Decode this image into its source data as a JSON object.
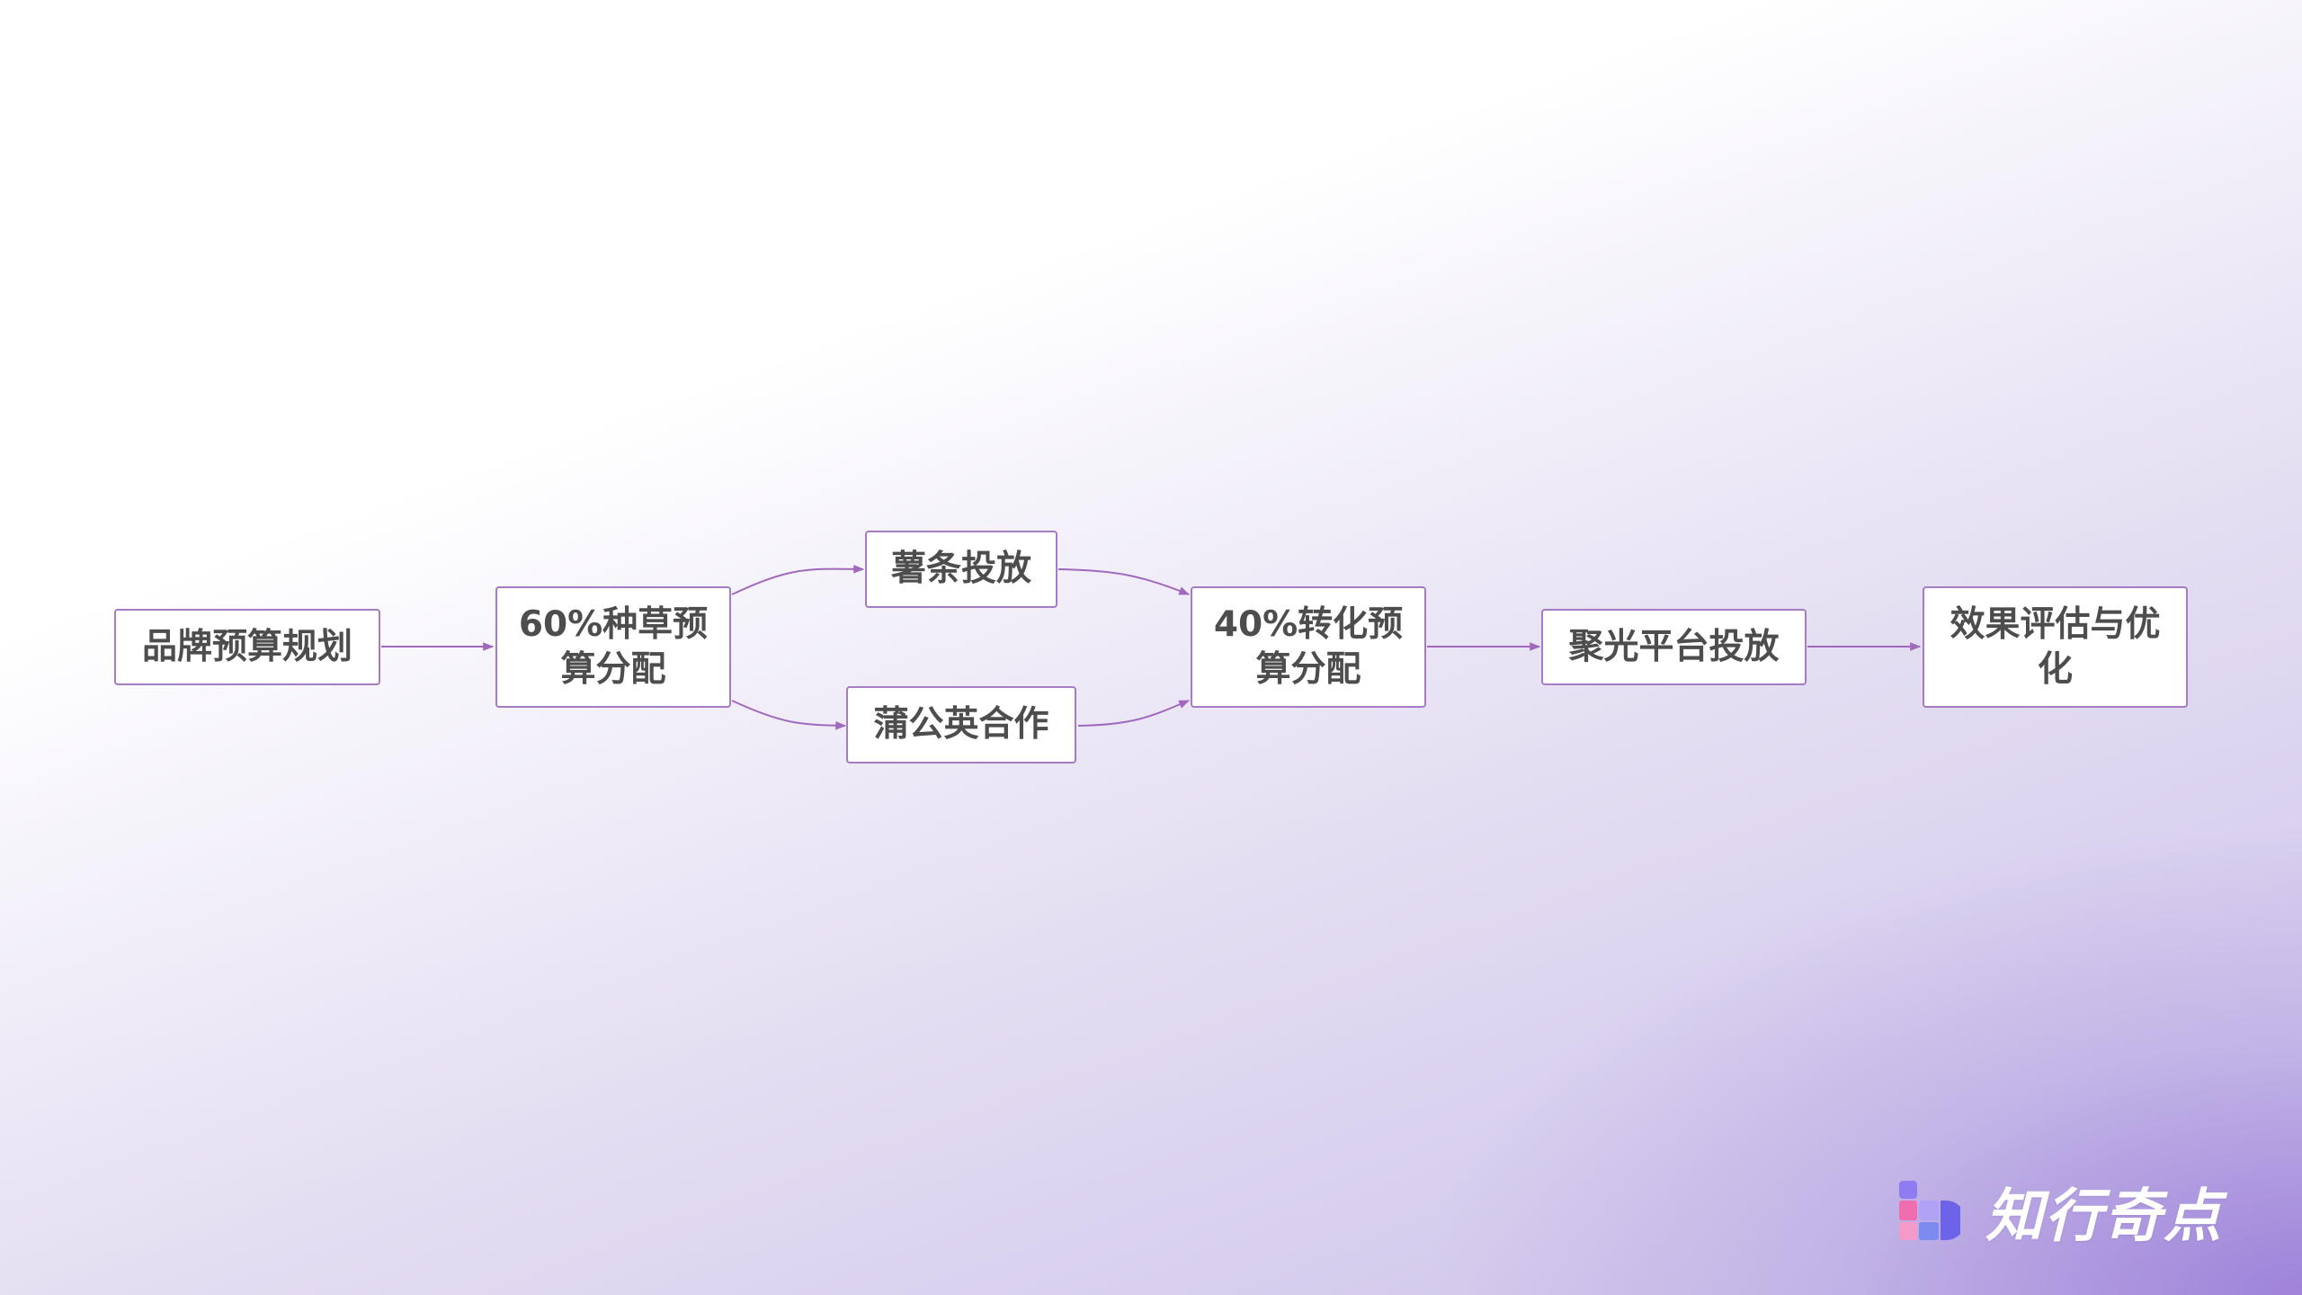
{
  "diagram": {
    "nodes": {
      "brand_budget": "品牌预算规划",
      "seeding_budget": "60%种草预算分配",
      "shutiao": "薯条投放",
      "pugongying": "蒲公英合作",
      "conversion_budget": "40%转化预算分配",
      "juguang": "聚光平台投放",
      "evaluation": "效果评估与优化"
    },
    "edges": [
      [
        "brand_budget",
        "seeding_budget"
      ],
      [
        "seeding_budget",
        "shutiao"
      ],
      [
        "seeding_budget",
        "pugongying"
      ],
      [
        "shutiao",
        "conversion_budget"
      ],
      [
        "pugongying",
        "conversion_budget"
      ],
      [
        "conversion_budget",
        "juguang"
      ],
      [
        "juguang",
        "evaluation"
      ]
    ],
    "colors": {
      "edge": "#a069bd",
      "node_border": "#a57bc3",
      "node_text": "#4d4d4d"
    }
  },
  "logo": {
    "text": "知行奇点",
    "icon": "logo-mark-icon"
  }
}
